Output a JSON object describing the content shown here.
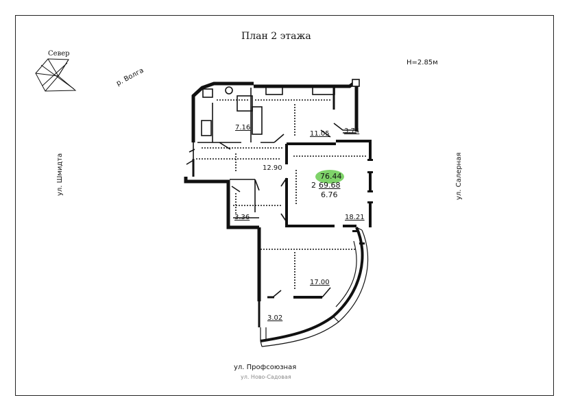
{
  "title": "План 2 этажа",
  "north_label": "Север",
  "ceiling_height": "H=2.85м",
  "streets": {
    "river": "р. Волга",
    "left": "ул. Шмидта",
    "right": "ул. Салерная",
    "bottom": "ул. Профсоюзная",
    "bottom_secondary": "ул. Ново-Садовая"
  },
  "rooms": [
    {
      "id": "bath",
      "area": "7.16"
    },
    {
      "id": "kitchen",
      "area": "11.05"
    },
    {
      "id": "balcony-top",
      "area": "3.74"
    },
    {
      "id": "hall",
      "area": "12.90"
    },
    {
      "id": "closet",
      "area": "3.36"
    },
    {
      "id": "living",
      "area": "18.21"
    },
    {
      "id": "bedroom",
      "area": "17.00"
    },
    {
      "id": "balcony-bottom",
      "area": "3.02"
    }
  ],
  "apartment": {
    "rooms_count": "2",
    "total_area": "76.44",
    "living_area": "69.68",
    "extra_area": "6.76",
    "badge_color": "#7fd36a"
  }
}
